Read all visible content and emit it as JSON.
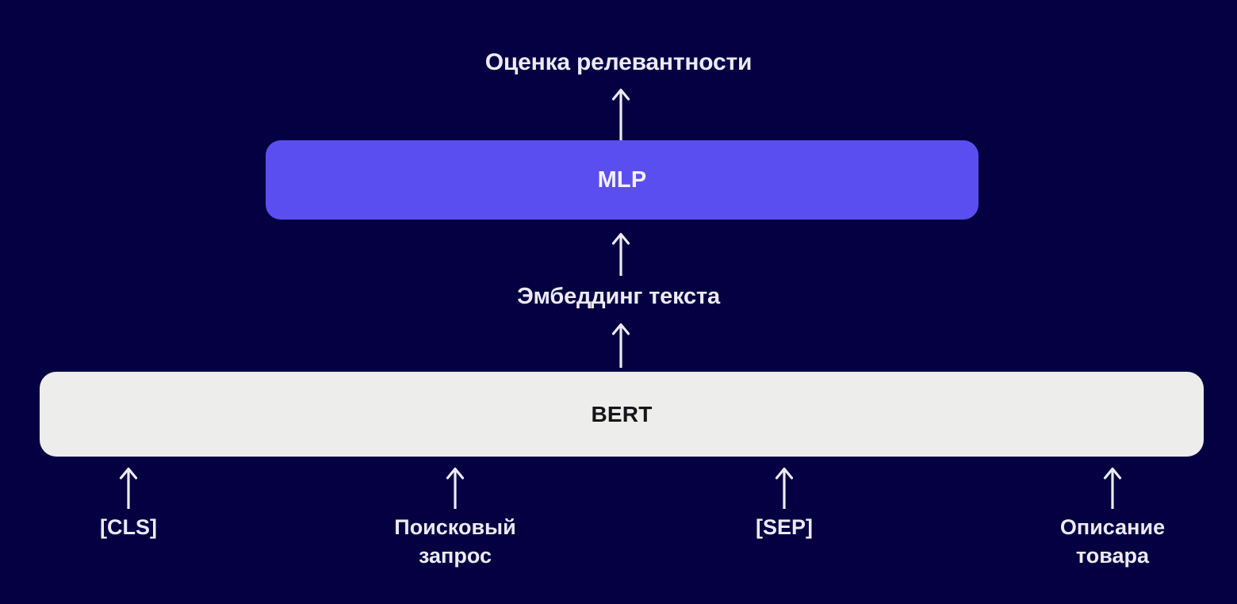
{
  "diagram": {
    "title": "BERT cross-encoder relevance scoring architecture",
    "background_color": "#040042",
    "text_color": "#eceaf5"
  },
  "output": {
    "label": "Оценка релевантности"
  },
  "mlp": {
    "label": "MLP",
    "fill_color": "#5b4ef0",
    "text_color": "#f2f1fb"
  },
  "embedding": {
    "label": "Эмбеддинг текста"
  },
  "bert": {
    "label": "BERT",
    "fill_color": "#ededeb",
    "text_color": "#16161a"
  },
  "arrows": {
    "output_arrow": "arrow-up-icon",
    "mlp_input_arrow": "arrow-up-icon",
    "bert_output_arrow": "arrow-up-icon",
    "token_arrow": "arrow-up-icon"
  },
  "tokens": [
    {
      "label": "[CLS]"
    },
    {
      "label": "Поисковый\nзапрос"
    },
    {
      "label": "[SEP]"
    },
    {
      "label": "Описание\nтовара"
    }
  ]
}
